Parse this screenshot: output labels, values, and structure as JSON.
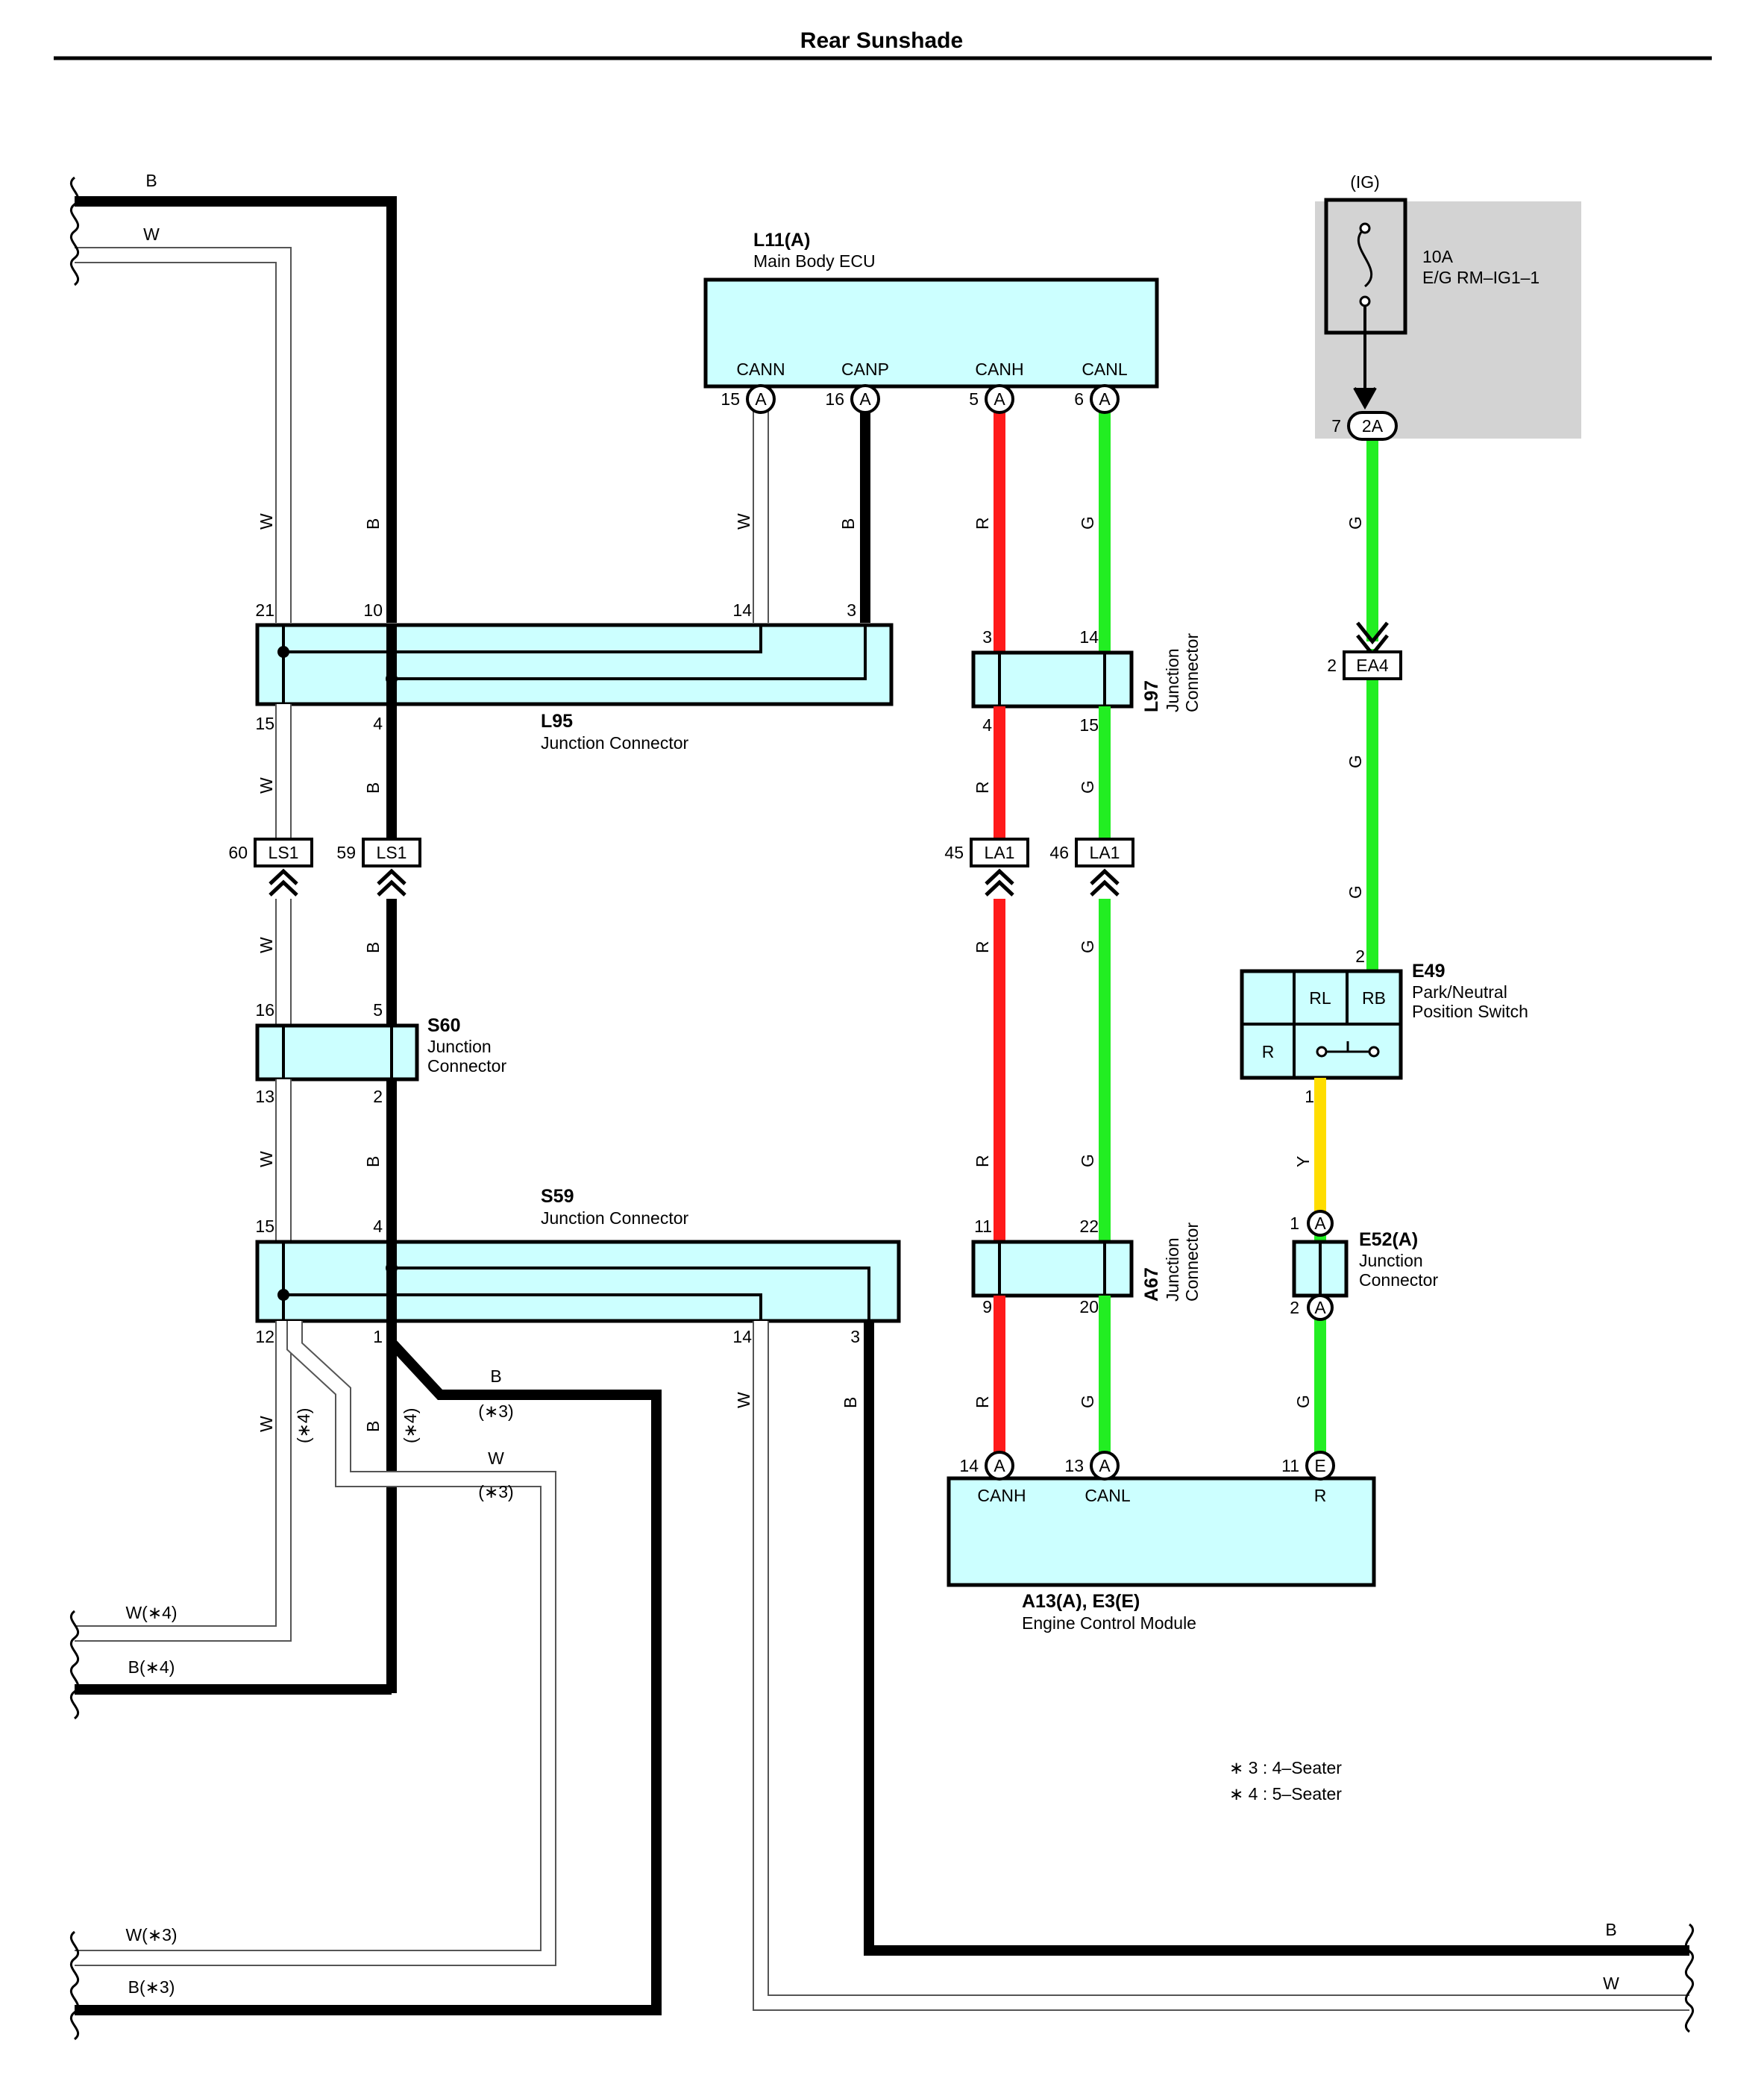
{
  "title": "Rear Sunshade",
  "colors": {
    "black_wire": "#000000",
    "white_wire": "#ffffff",
    "red_wire": "#ff1a1a",
    "green_wire": "#22ee22",
    "yellow_wire": "#ffdd00",
    "component_fill": "#ccffff",
    "fuse_block": "#d3d3d3"
  },
  "components": {
    "main_body_ecu": {
      "id": "L11(A)",
      "name": "Main Body ECU",
      "pins": [
        "CANN",
        "CANP",
        "CANH",
        "CANL"
      ]
    },
    "fuse": {
      "group": "(IG)",
      "rating": "10A",
      "name": "E/G RM–IG1–1",
      "pin": "7",
      "connector": "2A"
    },
    "l95": {
      "id": "L95",
      "name": "Junction Connector",
      "pins_top": [
        "21",
        "10",
        "14",
        "3"
      ],
      "pins_bottom": [
        "15",
        "4"
      ]
    },
    "l97": {
      "id": "L97",
      "name1": "Junction",
      "name2": "Connector",
      "pins_top": [
        "3",
        "14"
      ],
      "pins_bottom": [
        "4",
        "15"
      ]
    },
    "ea4": {
      "pin": "2",
      "connector": "EA4"
    },
    "ls1_left": {
      "pin": "60",
      "connector": "LS1"
    },
    "ls1_right": {
      "pin": "59",
      "connector": "LS1"
    },
    "la1_left": {
      "pin": "45",
      "connector": "LA1"
    },
    "la1_right": {
      "pin": "46",
      "connector": "LA1"
    },
    "e49": {
      "id": "E49",
      "name1": "Park/Neutral",
      "name2": "Position Switch",
      "pin_top": "2",
      "pin_bottom": "1",
      "terminals": [
        "RL",
        "RB",
        "R"
      ]
    },
    "s60": {
      "id": "S60",
      "name1": "Junction",
      "name2": "Connector",
      "pins_top": [
        "16",
        "5"
      ],
      "pins_bottom": [
        "13",
        "2"
      ]
    },
    "s59": {
      "id": "S59",
      "name": "Junction Connector",
      "pins_top": [
        "15",
        "4"
      ],
      "pins_bottom": [
        "12",
        "1",
        "14",
        "3"
      ]
    },
    "a67": {
      "id": "A67",
      "name1": "Junction",
      "name2": "Connector",
      "pins_top": [
        "11",
        "22"
      ],
      "pins_bottom": [
        "9",
        "20"
      ]
    },
    "e52": {
      "id": "E52(A)",
      "name1": "Junction",
      "name2": "Connector",
      "pins": [
        "1",
        "2"
      ]
    },
    "ecm": {
      "id": "A13(A), E3(E)",
      "name": "Engine Control Module",
      "pins": [
        "CANH",
        "CANL",
        "R"
      ]
    }
  },
  "ecu_pins": [
    {
      "num": "15",
      "conn": "A"
    },
    {
      "num": "16",
      "conn": "A"
    },
    {
      "num": "5",
      "conn": "A"
    },
    {
      "num": "6",
      "conn": "A"
    }
  ],
  "ecm_pins": [
    {
      "num": "14",
      "conn": "A"
    },
    {
      "num": "13",
      "conn": "A"
    },
    {
      "num": "11",
      "conn": "E"
    }
  ],
  "wire_labels": {
    "w": "W",
    "b": "B",
    "r": "R",
    "g": "G",
    "y": "Y",
    "b_star3": "(∗3)",
    "w_star3": "(∗3)",
    "star4": "(∗4)"
  },
  "edge_labels": {
    "left_b_top": "B",
    "left_w_top": "W",
    "left_w4": "W(∗4)",
    "left_b4": "B(∗4)",
    "left_w3": "W(∗3)",
    "left_b3": "B(∗3)",
    "right_b": "B",
    "right_w": "W"
  },
  "notes": [
    "∗ 3 : 4–Seater",
    "∗ 4 : 5–Seater"
  ]
}
